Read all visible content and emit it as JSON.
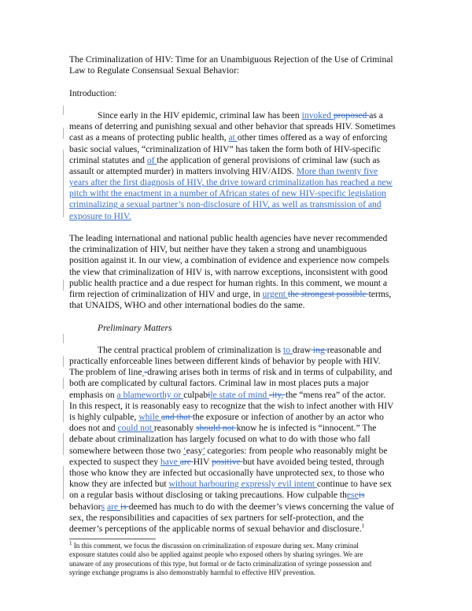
{
  "document": {
    "title_lines": [
      "The Criminalization of HIV:  Time for an Unambiguous Rejection of the Use of Criminal",
      "Law to Regulate Consensual Sexual Behavior:"
    ],
    "section_heading": "Introduction:",
    "paragraph1": {
      "l1_a": "Since early in the HIV epidemic, criminal law has been ",
      "l1_ins": "invoked ",
      "l1_del": "proposed ",
      "l1_b": "as a",
      "l2": "means of deterring and punishing sexual and other behavior that spreads HIV. Sometimes",
      "l3_a": "cast as a means of protecting public health, ",
      "l3_ins": "at ",
      "l3_b": "other times offered as a way of enforcing",
      "l4": "basic social values, “criminalization of HIV” has taken the form both of HIV-specific",
      "l5_a": "criminal statutes and ",
      "l5_ins": "of ",
      "l5_b": "the application of general provisions of criminal law (such as",
      "l6_a": "assault or attempted murder) in matters involving HIV/AIDS.   ",
      "l6_ins": "More than twenty five",
      "l7_ins": "years after the first diagnosis of HIV, the drive toward criminalization has reached a new",
      "l8_ins": "pitch witht the enactment in a number of African states of new HIV-specific legislation",
      "l9_ins": "criminalizing a sexual partner’s non-disclosure of HIV, as well as transmission of and",
      "l10_ins": "exposure to HIV."
    },
    "paragraph2": {
      "l1": "The leading international and national public health agencies have never recommended",
      "l2": "the criminalization of HIV, but neither have they taken a strong and unambiguous",
      "l3": "position against it.  In our view, a combination of evidence and experience now compels",
      "l4": "the view that criminalization of HIV is, with narrow exceptions, inconsistent with good",
      "l5": "public health practice and a due respect for human rights.  In this comment, we mount a",
      "l6_a": "firm rejection of criminalization of HIV and urge, in ",
      "l6_ins": "urgent ",
      "l6_del": "the strongest possible ",
      "l6_b": "terms,",
      "l7": "that UNAIDS, WHO and other international bodies do the same."
    },
    "subheading": "Preliminary Matters",
    "paragraph3": {
      "l1_a": "The central practical problem of criminalization is ",
      "l1_ins1": "to ",
      "l1_b": "draw",
      "l1_del1": " ing ",
      "l1_c": "reasonable and",
      "l2": "practically enforceable lines between different kinds of behavior by people with HIV.",
      "l3_a": "The problem of line",
      "l3_ins": " ",
      "l3_del": "-",
      "l3_b": "drawing arises both in terms of risk and in terms of culpability, and",
      "l4": "both are complicated by cultural factors.  Criminal law in most places puts a major",
      "l5_a": "emphasis on ",
      "l5_ins1": "a blameworthy or ",
      "l5_b": "culpab",
      "l5_del1": "i",
      "l5_ins2": "le state of mind ",
      "l5_del2": "-ity, ",
      "l5_c": "the “mens rea” of the actor.",
      "l6": "In this respect, it is reasonably easy to recognize that the wish to infect another with HIV",
      "l7_a": "is highly culpable, ",
      "l7_ins": "while ",
      "l7_del": "and that ",
      "l7_b": "the exposure or infection of another by an actor who",
      "l8_a": "does not and ",
      "l8_ins": "could not ",
      "l8_b": "reasonably ",
      "l8_del": "should not ",
      "l8_c": "know he is infected is “innocent.”  The",
      "l9": "debate about criminalization has largely focused on what to do with those who fall",
      "l10_a": "somewhere between those two ",
      "l10_ins1": "‘",
      "l10_b": "easy",
      "l10_ins2": "’",
      "l10_c": " categories:  from people who reasonably might be",
      "l11_a": "expected to suspect they ",
      "l11_ins": "have ",
      "l11_del1": "are ",
      "l11_b": "HIV ",
      "l11_del2": "positive ",
      "l11_c": "but have avoided being tested, through",
      "l12": "those who know they are infected but occasionally have unprotected sex, to those who",
      "l13_a": "know they are infected but ",
      "l13_ins": "without harbouring expressly evil intent ",
      "l13_b": "continue to have sex",
      "l14_a": "on a regular basis without disclosing or taking precautions. How culpable th",
      "l14_ins": "ese",
      "l14_del": "is",
      "l15_a": "behavior",
      "l15_ins1": "s",
      "l15_sp": " ",
      "l15_ins2": "are ",
      "l15_del": "is ",
      "l15_b": "deemed has much to do with the deemer’s views concerning the value of",
      "l16": "sex, the responsibilities and capacities of sex partners for self-protection, and the",
      "l17": "deemer’s perceptions of the applicable norms of sexual behavior and disclosure.",
      "l17_sup": "1"
    },
    "footnote": {
      "marker": "1",
      "l1": " In this comment, we focus the discussion on criminalization of exposure during sex. Many criminal",
      "l2": "exposure statutes could also be applied against people who exposed others by sharing syringes.  We are",
      "l3": "unaware of any prosecutions of this type, but formal or de facto criminalization of syringe possession and",
      "l4": "syringe exchange programs is also demonstrably harmful to effective HIV prevention."
    }
  },
  "colors": {
    "insertion": "#3a6fc4",
    "change_bar": "#b5b5b5",
    "text": "#111111"
  }
}
